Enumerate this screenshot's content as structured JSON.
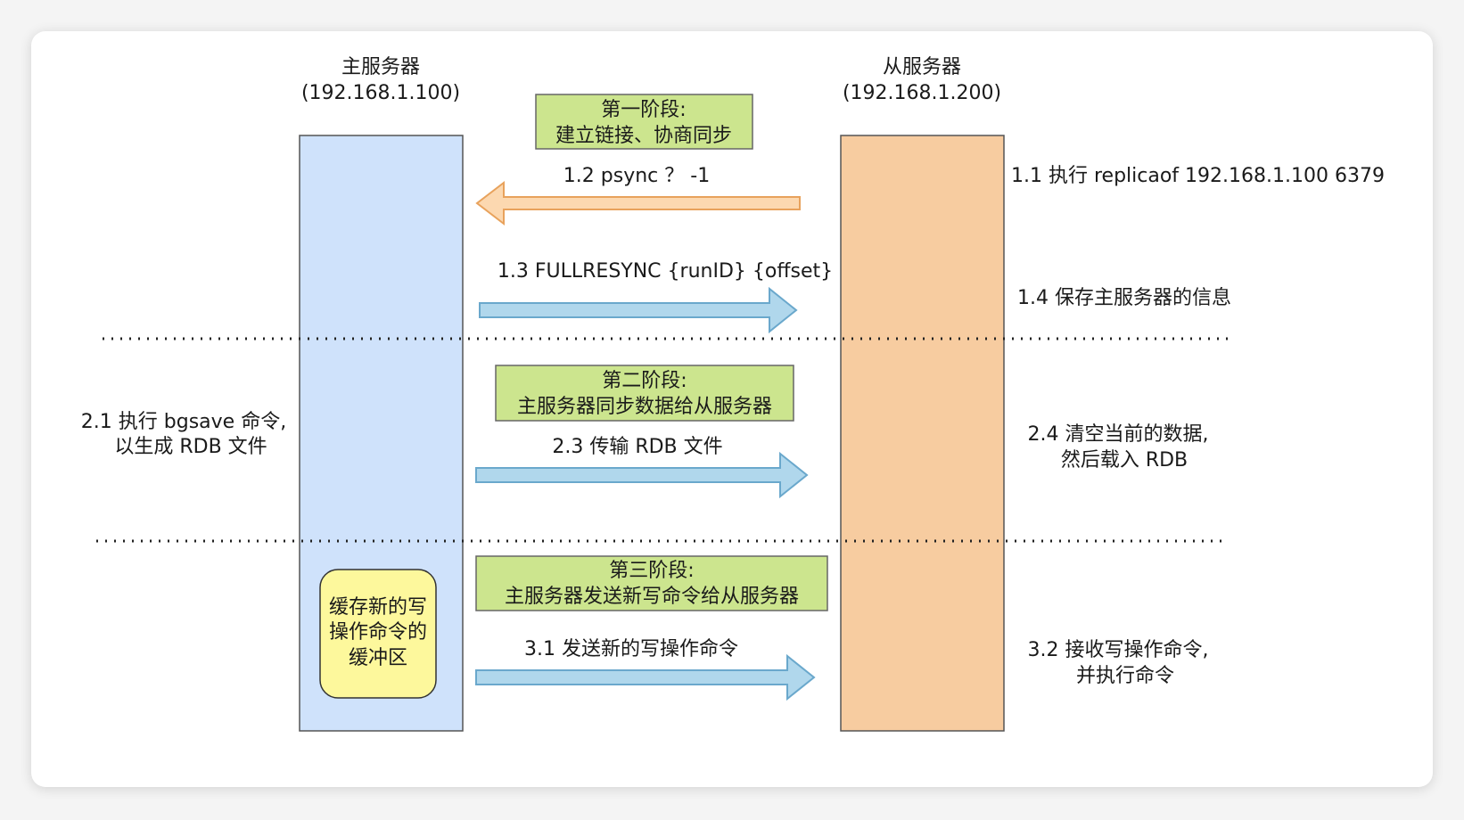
{
  "diagram": {
    "master": {
      "name": "主服务器",
      "ip": "(192.168.1.100)",
      "buffer_lines": [
        "缓存新的写",
        "操作命令的",
        "缓冲区"
      ]
    },
    "slave": {
      "name": "从服务器",
      "ip": "(192.168.1.200)"
    },
    "stage1": {
      "title": "第一阶段:",
      "subtitle": "建立链接、协商同步",
      "msg_psync": "1.2 psync ？ -1",
      "msg_fullresync": "1.3 FULLRESYNC {runID} {offset}",
      "slave_note_1": "1.1 执行 replicaof 192.168.1.100 6379",
      "slave_note_2": "1.4 保存主服务器的信息"
    },
    "stage2": {
      "title": "第二阶段:",
      "subtitle": "主服务器同步数据给从服务器",
      "msg": "2.3 传输 RDB 文件",
      "master_note_line1": "2.1 执行 bgsave 命令,",
      "master_note_line2": "以生成 RDB 文件",
      "slave_note_line1": "2.4 清空当前的数据,",
      "slave_note_line2": "然后载入 RDB"
    },
    "stage3": {
      "title": "第三阶段:",
      "subtitle": "主服务器发送新写命令给从服务器",
      "msg": "3.1 发送新的写操作命令",
      "slave_note_line1": "3.2 接收写操作命令,",
      "slave_note_line2": "并执行命令"
    },
    "colors": {
      "master_fill": "#cfe2fb",
      "slave_fill": "#f7cca0",
      "stage_fill": "#cce58e",
      "buffer_fill": "#fdf89c",
      "arrow_left_fill": "#fcd8b0",
      "arrow_right_fill": "#b0d7ec"
    }
  }
}
